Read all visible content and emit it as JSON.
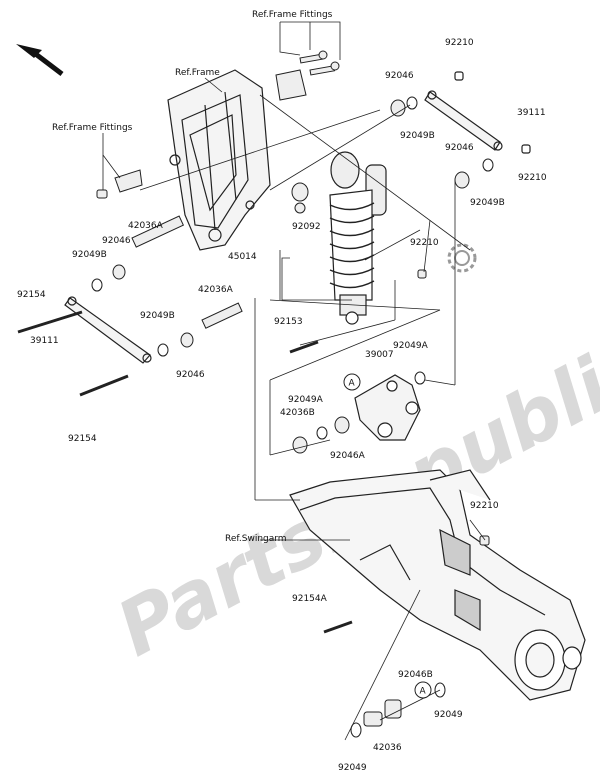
{
  "watermark": "PartsRepublik",
  "part_labels": [
    "92210",
    "39111",
    "92046",
    "92049B",
    "92210",
    "92046",
    "92049B",
    "92210",
    "92092",
    "45014",
    "92153",
    "39007",
    "92049A",
    "92049A",
    "42036B",
    "92046A",
    "92210",
    "92154A",
    "92046B",
    "92049",
    "42036",
    "92049",
    "42036A",
    "92046",
    "92049B",
    "92154",
    "39111",
    "42036A",
    "92049B",
    "92046",
    "92154"
  ],
  "refs": {
    "frame_fittings_top": "Ref.Frame Fittings",
    "frame": "Ref.Frame",
    "frame_fittings_left": "Ref.Frame Fittings",
    "swingarm": "Ref.Swingarm"
  },
  "callouts": {
    "A1": "A",
    "A2": "A"
  },
  "icons": [
    "front-direction-arrow-icon",
    "gear-icon"
  ]
}
